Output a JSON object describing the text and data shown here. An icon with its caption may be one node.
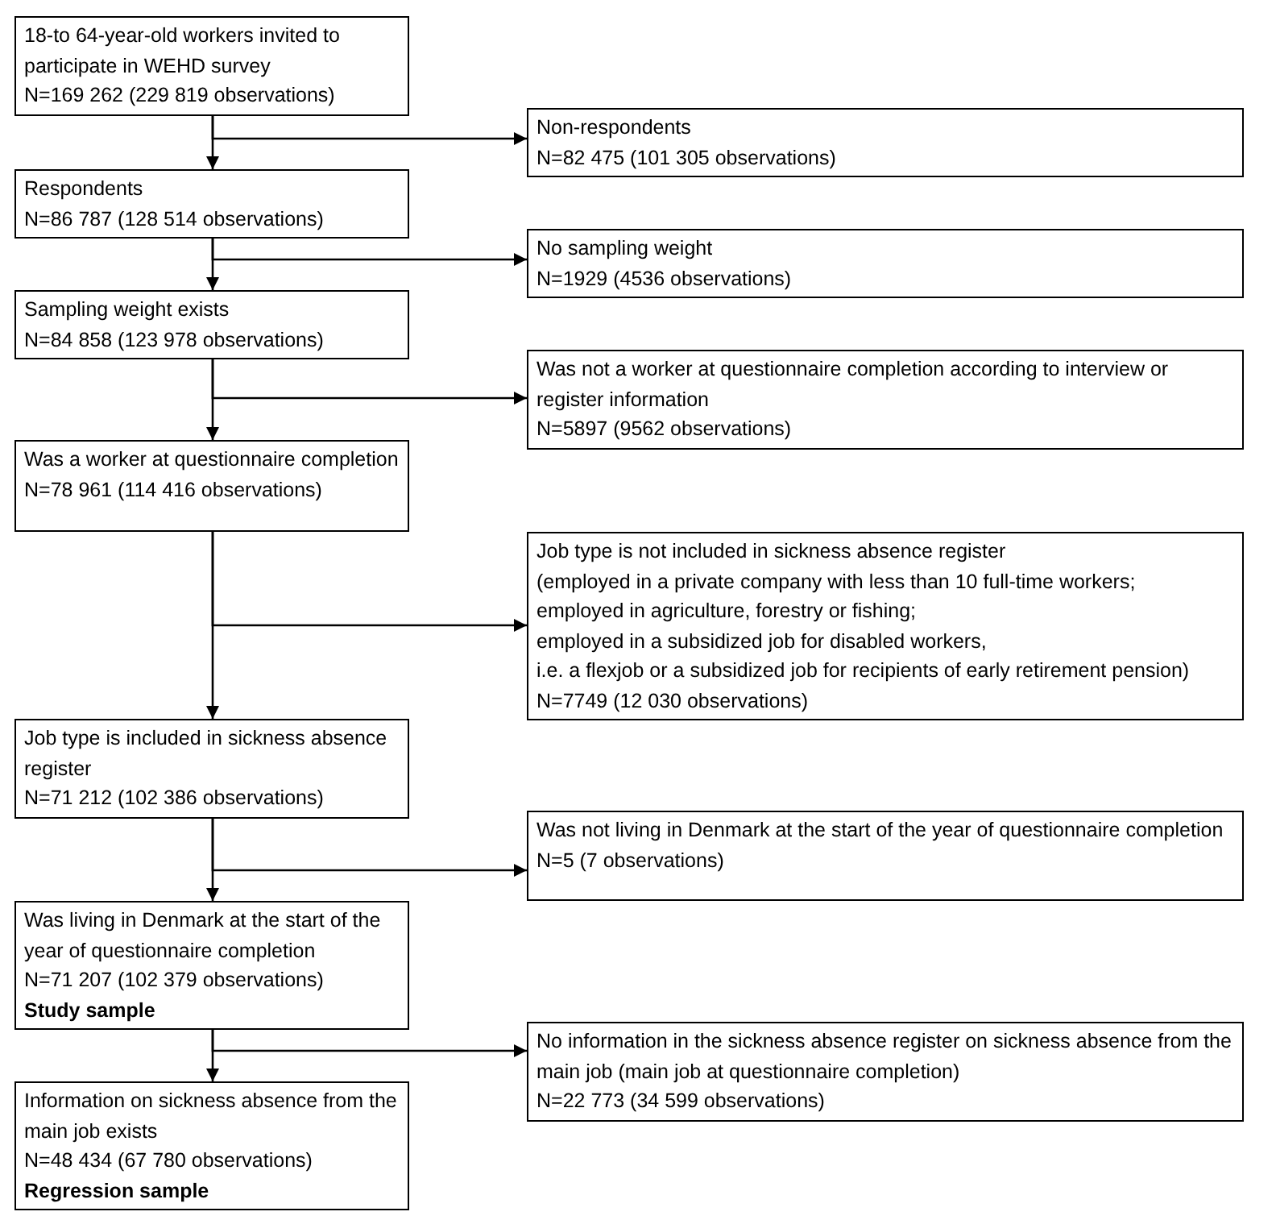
{
  "diagram": {
    "nodes": [
      {
        "text": [
          "18-to 64-year-old workers invited to participate in WEHD survey",
          "N=169 262 (229 819 observations)"
        ]
      },
      {
        "text": [
          "Non-respondents",
          "N=82 475 (101 305 observations)"
        ]
      },
      {
        "text": [
          "Respondents",
          "N=86 787 (128 514 observations)"
        ]
      },
      {
        "text": [
          "No sampling weight",
          "N=1929 (4536 observations)"
        ]
      },
      {
        "text": [
          "Sampling weight exists",
          "N=84 858 (123 978 observations)"
        ]
      },
      {
        "text": [
          "Was not a worker at questionnaire completion according to interview or register information",
          "N=5897 (9562 observations)"
        ]
      },
      {
        "text": [
          "Was a worker at questionnaire completion",
          "N=78 961 (114 416 observations)"
        ]
      },
      {
        "text": [
          "Job type is not included in sickness absence register",
          "(employed in a private company with less than 10 full-time workers;",
          "employed in agriculture, forestry or fishing;",
          "employed in a subsidized job for disabled workers,",
          "i.e. a flexjob or a subsidized job for recipients of early retirement pension)",
          "N=7749 (12 030 observations)"
        ]
      },
      {
        "text": [
          "Job type is included in sickness absence register",
          "N=71 212 (102 386 observations)"
        ]
      },
      {
        "text": [
          "Was not living in Denmark at the start of the year of questionnaire completion",
          "N=5 (7 observations)"
        ]
      },
      {
        "text": [
          "Was living in Denmark at the start of the year of questionnaire completion",
          "N=71 207 (102 379 observations)",
          "Study sample"
        ]
      },
      {
        "text": [
          "No information in the sickness absence register on sickness absence from the main job (main job at questionnaire completion)",
          "N=22 773 (34 599 observations)"
        ]
      },
      {
        "text": [
          "Information on sickness absence from the main job exists",
          "N=48 434 (67 780 observations)",
          "Regression sample"
        ]
      }
    ],
    "edges": [
      {
        "from": 0,
        "to": 2,
        "arrow": "to"
      },
      {
        "from": 0,
        "to": 1,
        "arrow": "to"
      },
      {
        "from": 2,
        "to": 4,
        "arrow": "to"
      },
      {
        "from": 2,
        "to": 3,
        "arrow": "to"
      },
      {
        "from": 4,
        "to": 6,
        "arrow": "to"
      },
      {
        "from": 4,
        "to": 5,
        "arrow": "to"
      },
      {
        "from": 6,
        "to": 8,
        "arrow": "to"
      },
      {
        "from": 6,
        "to": 7,
        "arrow": "to"
      },
      {
        "from": 8,
        "to": 10,
        "arrow": "to"
      },
      {
        "from": 8,
        "to": 9,
        "arrow": "to"
      },
      {
        "from": 10,
        "to": 12,
        "arrow": "to"
      },
      {
        "from": 10,
        "to": 11,
        "arrow": "to"
      }
    ]
  }
}
